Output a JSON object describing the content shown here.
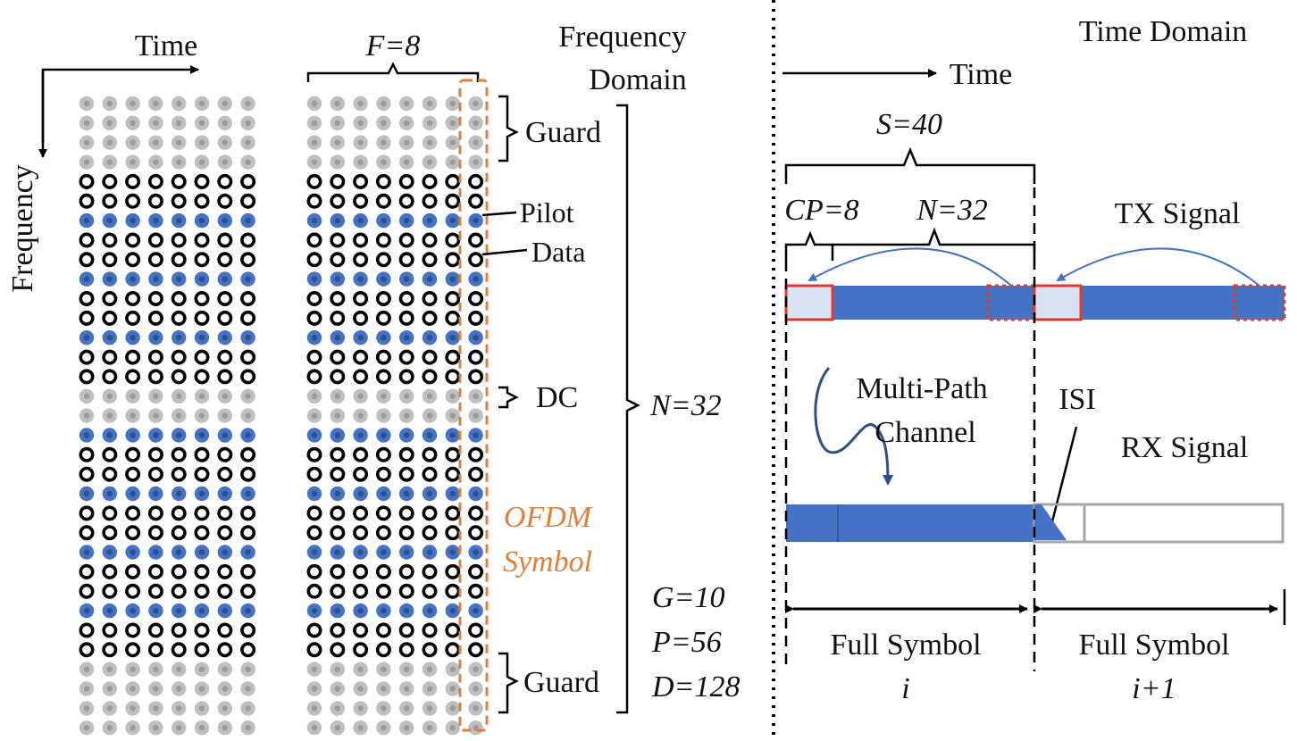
{
  "colors": {
    "guard_fill": "#bfbfbf",
    "guard_inner": "#9a9a9a",
    "data_ring": "#000000",
    "pilot_fill": "#4472c4",
    "pilot_inner": "#2f4f8a",
    "symbol_outline": "#e0803a",
    "tx_bar": "#4472c4",
    "cp_fill": "#dae3f3",
    "cp_outline": "#e03a2a",
    "rx_ghost": "#a6a6a6"
  },
  "grid": {
    "columns": 8,
    "rows": [
      "guard",
      "guard",
      "guard",
      "guard",
      "data",
      "data",
      "pilot",
      "data",
      "data",
      "pilot",
      "data",
      "data",
      "pilot",
      "data",
      "data",
      "guard",
      "guard",
      "pilot",
      "data",
      "data",
      "pilot",
      "data",
      "data",
      "pilot",
      "data",
      "data",
      "pilot",
      "data",
      "data",
      "guard",
      "guard",
      "guard",
      "guard"
    ]
  },
  "left_panel": {
    "time_label": "Time",
    "frequency_label": "Frequency"
  },
  "mid_panel": {
    "f_label": "F=8",
    "frequency_domain_line1": "Frequency",
    "frequency_domain_line2": "Domain",
    "guard_top": "Guard",
    "pilot": "Pilot",
    "data": "Data",
    "dc": "DC",
    "ofdm_line1": "OFDM",
    "ofdm_line2": "Symbol",
    "guard_bottom": "Guard",
    "n_label": "N=32",
    "g_label": "G=10",
    "p_label": "P=56",
    "d_label": "D=128"
  },
  "right_panel": {
    "time_domain": "Time Domain",
    "time_label": "Time",
    "s_label": "S=40",
    "cp_label": "CP=8",
    "n_label": "N=32",
    "tx_signal": "TX Signal",
    "multipath_line1": "Multi-Path",
    "multipath_line2": "Channel",
    "isi": "ISI",
    "rx_signal": "RX Signal",
    "full_symbol_1_line1": "Full Symbol",
    "full_symbol_1_line2": "i",
    "full_symbol_2_line1": "Full Symbol",
    "full_symbol_2_line2": "i+1"
  }
}
